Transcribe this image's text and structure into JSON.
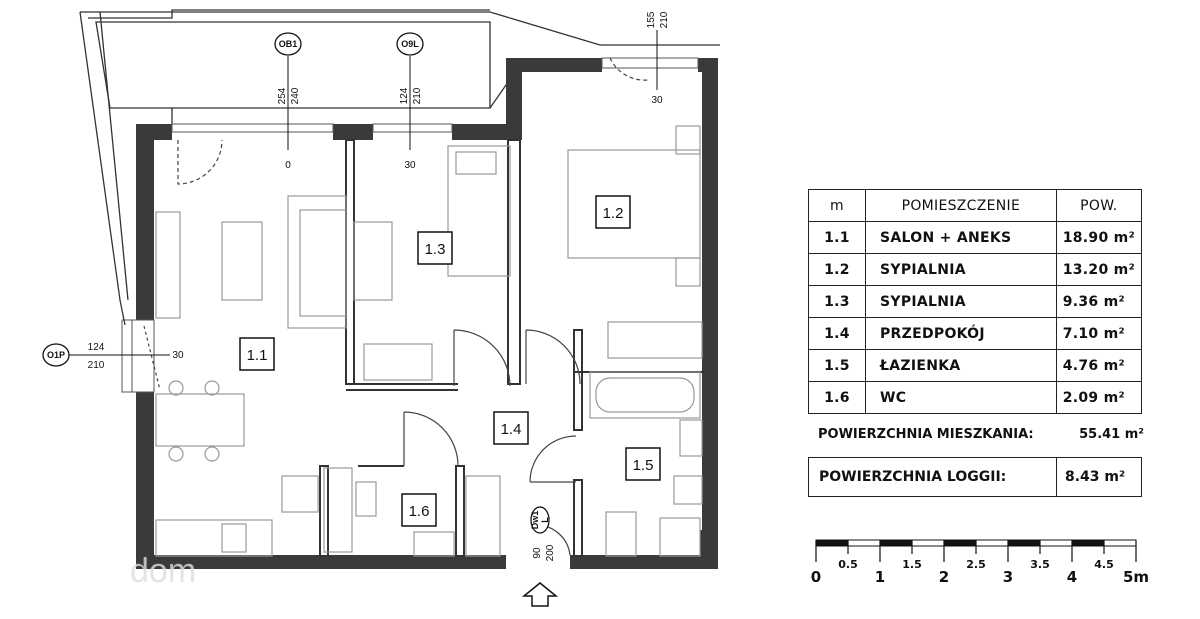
{
  "table": {
    "headers": [
      "m",
      "POMIESZCZENIE",
      "POW."
    ],
    "rows": [
      {
        "num": "1.1",
        "name": "SALON + ANEKS",
        "area": "18.90 m²"
      },
      {
        "num": "1.2",
        "name": "SYPIALNIA",
        "area": "13.20 m²"
      },
      {
        "num": "1.3",
        "name": "SYPIALNIA",
        "area": "9.36 m²"
      },
      {
        "num": "1.4",
        "name": "PRZEDPOKÓJ",
        "area": "7.10 m²"
      },
      {
        "num": "1.5",
        "name": "ŁAZIENKA",
        "area": "4.76 m²"
      },
      {
        "num": "1.6",
        "name": "WC",
        "area": "2.09 m²"
      }
    ]
  },
  "total": {
    "label": "POWIERZCHNIA MIESZKANIA:",
    "value": "55.41 m²"
  },
  "loggia": {
    "label": "POWIERZCHNIA LOGGII:",
    "value": "8.43 m²"
  },
  "rooms": {
    "r11": "1.1",
    "r12": "1.2",
    "r13": "1.3",
    "r14": "1.4",
    "r15": "1.5",
    "r16": "1.6"
  },
  "callouts": {
    "ob1": "OB1",
    "o9l": "O9L",
    "o1p": "O1P",
    "door": "Dw1"
  },
  "dims": {
    "ob1_w": "254",
    "ob1_h": "240",
    "ob1_sill": "0",
    "o9l_w": "124",
    "o9l_h": "210",
    "o9l_sill": "30",
    "top_w": "155",
    "top_h": "210",
    "top_sill": "30",
    "o1p_w": "124",
    "o1p_h": "210",
    "o1p_sill": "30",
    "door_w": "90",
    "door_h": "200",
    "door_side": "L"
  },
  "scale": {
    "labels": [
      "0",
      "0.5",
      "1",
      "1.5",
      "2",
      "2.5",
      "3",
      "3.5",
      "4",
      "4.5",
      "5m"
    ]
  },
  "watermark": "dom"
}
